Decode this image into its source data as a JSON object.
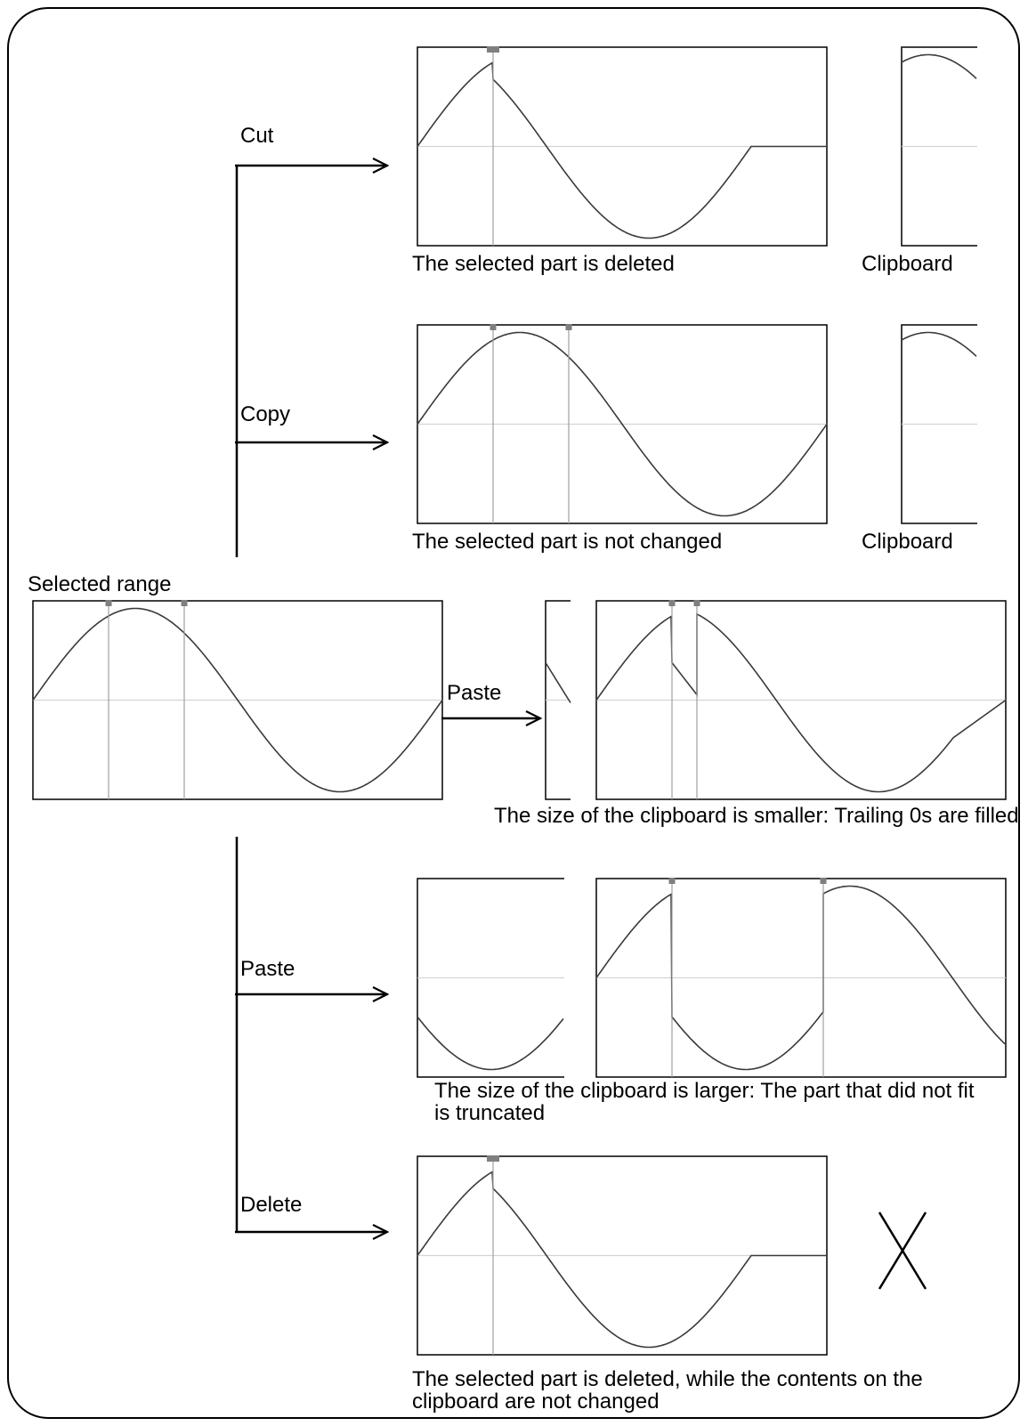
{
  "labels": {
    "cut": "Cut",
    "copy": "Copy",
    "selected_range": "Selected range",
    "paste_small": "Paste",
    "paste_large": "Paste",
    "delete": "Delete"
  },
  "captions": {
    "cut": "The selected part is deleted",
    "cut_clipboard": "Clipboard",
    "copy": "The selected part is not changed",
    "copy_clipboard": "Clipboard",
    "paste_small": "The size of the clipboard is smaller: Trailing 0s are filled",
    "paste_large": "The size of the clipboard is larger: The part that did not fit is truncated",
    "delete": "The selected part is deleted, while the contents on the clipboard are not changed"
  },
  "icons": {
    "delete_clipboard": "cross-icon"
  },
  "colors": {
    "line": "#000000",
    "waveform": "#3a3a3a",
    "baseline": "#d4d4d4",
    "cursor": "#a0a0a0",
    "marker": "#7f7f7f"
  }
}
